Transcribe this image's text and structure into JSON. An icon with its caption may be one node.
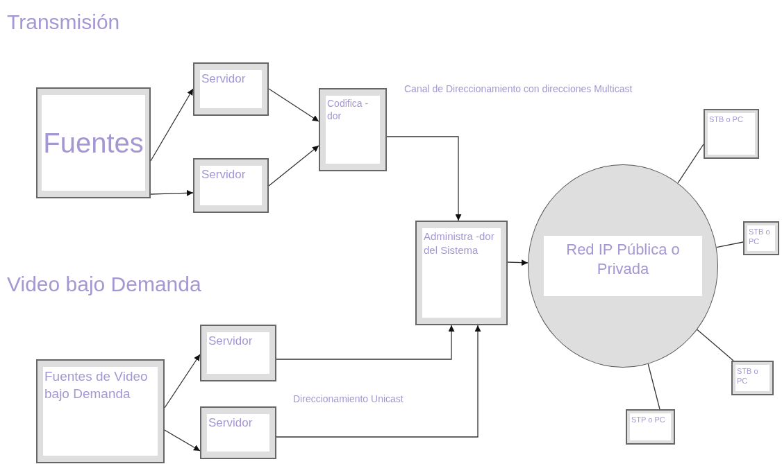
{
  "diagram": {
    "nodes": [
      {
        "text": [
          "Fuentes"
        ]
      },
      {
        "text": [
          "Servidor"
        ]
      },
      {
        "text": [
          "Servidor"
        ]
      },
      {
        "text": [
          "Codifica -dor"
        ]
      },
      {
        "text": [
          "Administra -dor del Sistema"
        ]
      },
      {
        "text": [
          "Red IP Pública o Privada"
        ]
      },
      {
        "text": [
          "STB o PC"
        ]
      },
      {
        "text": [
          "STB o PC"
        ]
      },
      {
        "text": [
          "STB o PC"
        ]
      },
      {
        "text": [
          "STP o PC"
        ]
      },
      {
        "text": [
          "Fuentes de Video bajo Demanda"
        ]
      },
      {
        "text": [
          "Servidor"
        ]
      },
      {
        "text": [
          "Servidor"
        ]
      }
    ],
    "edges": [
      {
        "from": 0,
        "to": 1,
        "arrow": "to"
      },
      {
        "from": 0,
        "to": 2,
        "arrow": "to"
      },
      {
        "from": 1,
        "to": 3,
        "arrow": "to"
      },
      {
        "from": 2,
        "to": 3,
        "arrow": "to"
      },
      {
        "from": 3,
        "to": 4,
        "arrow": "to",
        "label": "Canal de Direccionamiento con direcciones Multicast"
      },
      {
        "from": 4,
        "to": 5,
        "arrow": "to"
      },
      {
        "from": 10,
        "to": 11,
        "arrow": "to"
      },
      {
        "from": 10,
        "to": 12,
        "arrow": "to"
      },
      {
        "from": 11,
        "to": 4,
        "arrow": "to"
      },
      {
        "from": 12,
        "to": 4,
        "arrow": "to"
      },
      {
        "from": 5,
        "to": 6,
        "arrow": "none"
      },
      {
        "from": 5,
        "to": 7,
        "arrow": "none"
      },
      {
        "from": 5,
        "to": 8,
        "arrow": "none"
      },
      {
        "from": 5,
        "to": 9,
        "arrow": "none"
      }
    ],
    "labels": [
      "Transmisión",
      "Video bajo Demanda",
      "Direccionamiento Unicast"
    ]
  }
}
